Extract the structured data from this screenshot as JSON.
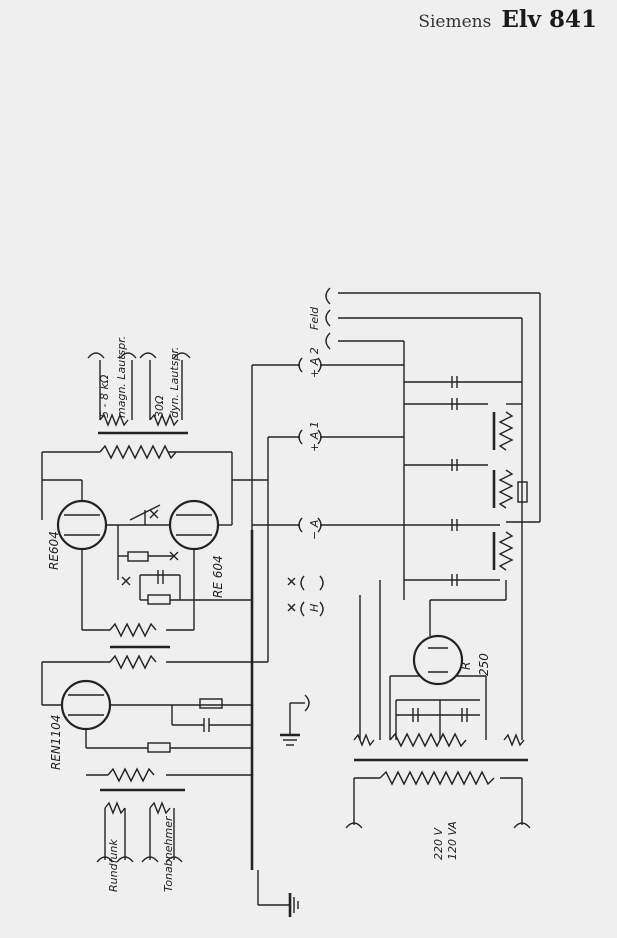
{
  "header": {
    "brand": "Siemens",
    "model": "Elv 841"
  },
  "labels": {
    "tube_left": "RE604",
    "tube_right": "RE 604",
    "tube_input": "REN1104",
    "rectifier_type": "R",
    "rectifier_value": "250",
    "spk_magn_imp": "5 - 8 kΩ",
    "spk_magn": "magn. Lautspr.",
    "spk_dyn_imp": "30Ω",
    "spk_dyn": "dyn. Lautspr.",
    "feld": "Feld",
    "a2": "+ A 2",
    "a1": "+ A 1",
    "a_minus": "− A",
    "h": "H",
    "input_radio": "Rundfunk",
    "input_pickup": "Tonabnehmer",
    "mains_v": "220 V",
    "mains_va": "120 VA"
  }
}
